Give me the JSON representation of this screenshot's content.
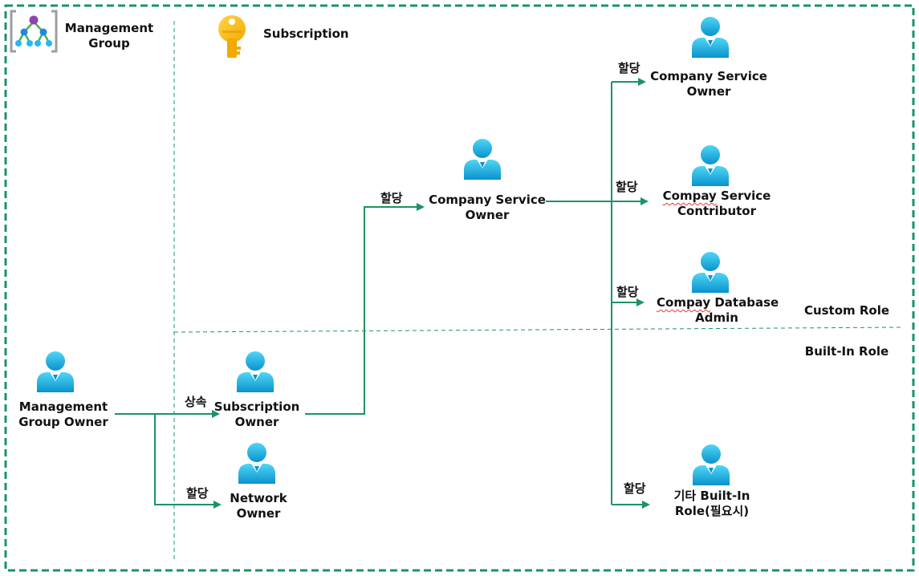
{
  "header": {
    "management_group": [
      "Management",
      "Group"
    ],
    "subscription": "Subscription"
  },
  "region_labels": {
    "custom": "Custom Role",
    "builtin": "Built-In Role"
  },
  "nodes": {
    "mg_owner": [
      "Management",
      "Group Owner"
    ],
    "sub_owner": [
      "Subscription",
      "Owner"
    ],
    "network_owner": [
      "Network",
      "Owner"
    ],
    "company_service_owner_mid": [
      "Company Service",
      "Owner"
    ],
    "company_service_owner_top": [
      "Company Service",
      "Owner"
    ],
    "service_contributor": [
      "Compay Service",
      "Contributor"
    ],
    "database_admin": [
      "Compay Database",
      "Admin"
    ],
    "other_builtin": [
      "기타 Built-In",
      "Role(필요시)"
    ]
  },
  "edges": {
    "inherit": "상속",
    "assign": "할당"
  },
  "colors": {
    "frame": "#1a9463",
    "arrow": "#1a9463",
    "person_dark": "#0a8ec9",
    "person_light": "#33c8ef"
  }
}
